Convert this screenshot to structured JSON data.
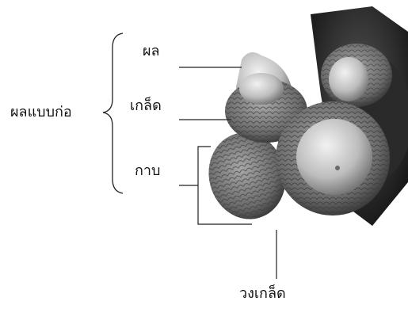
{
  "labels": {
    "group": "ผลแบบก่อ",
    "fruit": "ผล",
    "cupule": "เกล็ด",
    "sepal": "กาบ",
    "cupule_ring": "วงเกล็ด"
  },
  "colors": {
    "text": "#111111",
    "line": "#222222",
    "nut_light": "#d9d9d9",
    "cupule_mid": "#8a8a8a",
    "cupule_dark": "#3a3a3a"
  }
}
